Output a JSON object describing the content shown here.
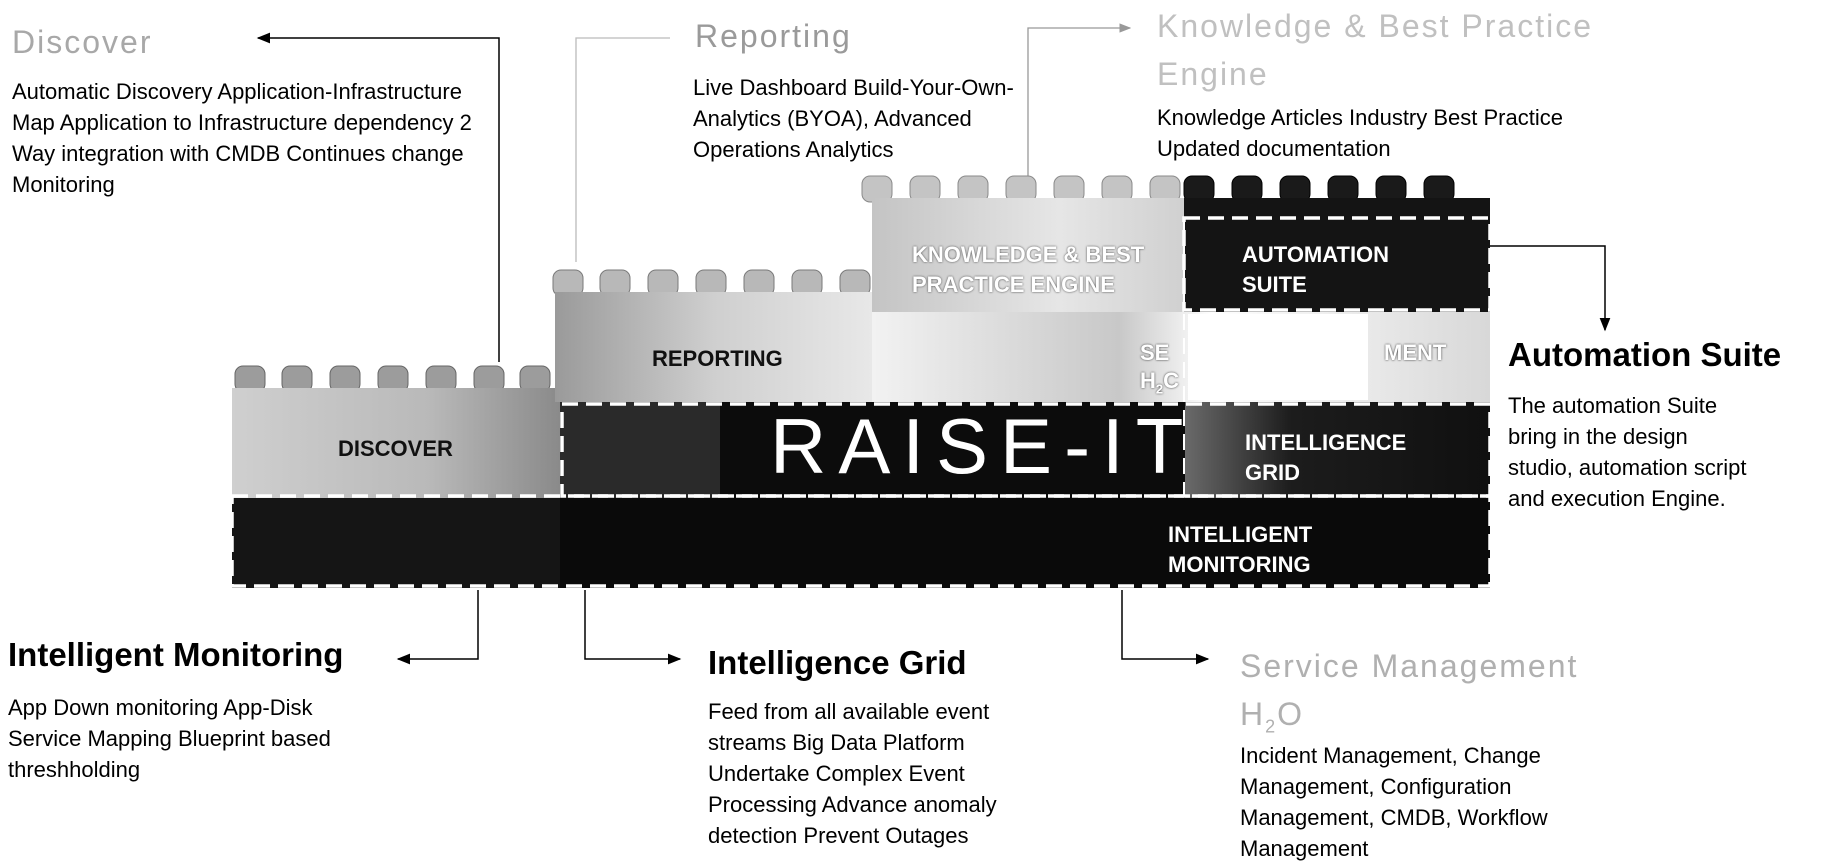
{
  "discover": {
    "title": "Discover",
    "text": "Automatic Discovery Application-Infrastructure Map Application to Infrastructure dependency 2 Way integration with CMDB Continues change Monitoring"
  },
  "reporting": {
    "title": "Reporting",
    "text": "Live Dashboard Build-Your-Own-Analytics (BYOA), Advanced Operations Analytics"
  },
  "knowledge": {
    "title": "Knowledge & Best Practice Engine",
    "text": "Knowledge Articles Industry Best Practice Updated documentation"
  },
  "automation": {
    "title": "Automation Suite",
    "text": "The automation Suite bring in the design studio, automation script and execution Engine."
  },
  "monitoring": {
    "title": "Intelligent Monitoring",
    "text": "App Down monitoring App-Disk Service Mapping Blueprint based threshholding"
  },
  "grid": {
    "title": "Intelligence Grid",
    "text": "Feed from all available event streams Big Data Platform Undertake Complex Event Processing Advance anomaly detection Prevent Outages"
  },
  "service": {
    "title_main": "Service Management",
    "title_h": "H",
    "title_sub": "2",
    "title_o": "O",
    "text": "Incident Management, Change Management, Configuration Management, CMDB, Workflow Management"
  },
  "blocks": {
    "raise_it": "RAISE-IT",
    "discover": "DISCOVER",
    "reporting": "REPORTING",
    "knowledge": "KNOWLEDGE & BEST PRACTICE ENGINE",
    "automation": "AUTOMATION SUITE",
    "service_a": "SE",
    "service_b": "MENT",
    "service_h": "H",
    "service_sub": "2",
    "service_o": "C",
    "intelligence_grid": "INTELLIGENCE GRID",
    "intelligent_monitoring": "INTELLIGENT MONITORING"
  }
}
